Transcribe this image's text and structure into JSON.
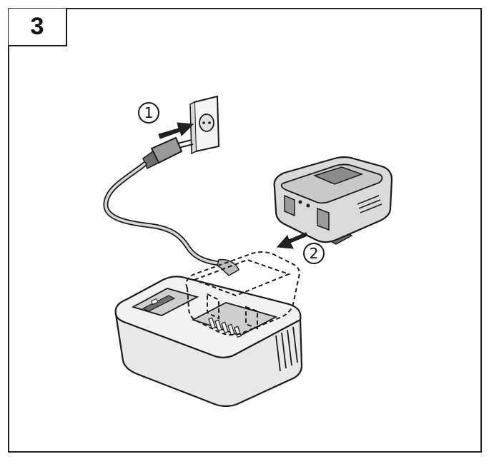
{
  "step": {
    "number": "3"
  },
  "callouts": [
    {
      "label": "1"
    },
    {
      "label": "2"
    }
  ],
  "colors": {
    "line": "#1a1a1a",
    "fill_light": "#ececec",
    "fill_mid": "#bdbdbd",
    "fill_dark": "#6e6e6e",
    "frame": "#222222"
  }
}
